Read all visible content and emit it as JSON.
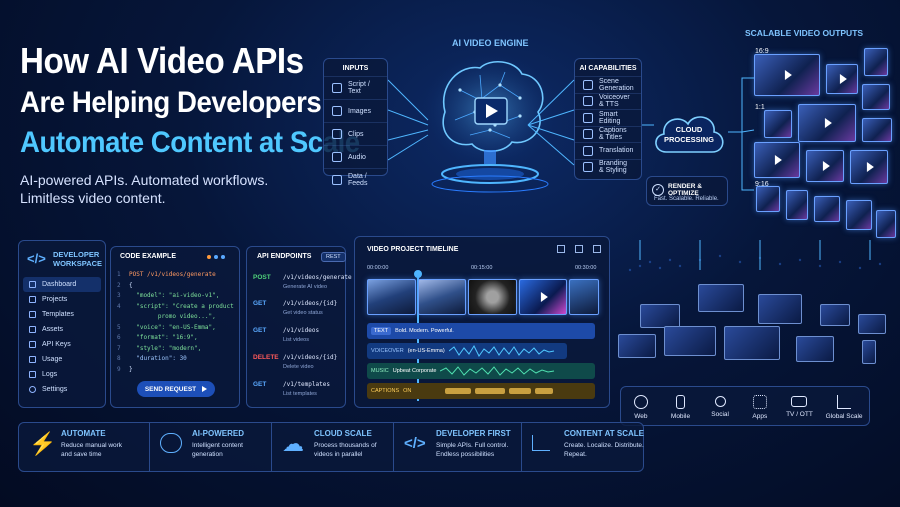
{
  "headline": {
    "line1": "How AI Video APIs",
    "line2": "Are Helping Developers",
    "line3": "Automate Content at Scale",
    "sub1": "AI-powered APIs. Automated workflows.",
    "sub2": "Limitless video content."
  },
  "engine": {
    "title": "AI VIDEO ENGINE"
  },
  "inputs": {
    "title": "INPUTS",
    "items": [
      {
        "label": "Script / Text",
        "icon": "document-icon"
      },
      {
        "label": "Images",
        "icon": "image-icon"
      },
      {
        "label": "Clips",
        "icon": "film-icon"
      },
      {
        "label": "Audio",
        "icon": "audio-icon"
      },
      {
        "label": "Data / Feeds",
        "icon": "database-icon"
      }
    ]
  },
  "capabilities": {
    "title": "AI CAPABILITIES",
    "items": [
      {
        "label": "Scene Generation"
      },
      {
        "label": "Voiceover & TTS"
      },
      {
        "label": "Smart Editing"
      },
      {
        "label": "Captions & Titles"
      },
      {
        "label": "Translation"
      },
      {
        "label": "Branding & Styling"
      }
    ]
  },
  "cloud": {
    "line1": "CLOUD",
    "line2": "PROCESSING"
  },
  "render": {
    "title": "RENDER & OPTIMIZE",
    "desc": "Fast. Scalable. Reliable."
  },
  "outputs": {
    "title": "SCALABLE VIDEO OUTPUTS",
    "r1": "16:9",
    "r2": "1:1",
    "r3": "9:16"
  },
  "workspace": {
    "title1": "DEVELOPER",
    "title2": "WORKSPACE",
    "items": [
      "Dashboard",
      "Projects",
      "Templates",
      "Assets",
      "API Keys",
      "Usage",
      "Logs",
      "Settings"
    ]
  },
  "code": {
    "title": "CODE EXAMPLE",
    "lines": [
      {
        "n": "1",
        "t": "POST /v1/videos/generate"
      },
      {
        "n": "2",
        "t": "{"
      },
      {
        "n": "3",
        "t": "  \"model\": \"ai-video-v1\","
      },
      {
        "n": "4",
        "t": "  \"script\": \"Create a product"
      },
      {
        "n": "",
        "t": "        promo video...\","
      },
      {
        "n": "5",
        "t": "  \"voice\": \"en-US-Emma\","
      },
      {
        "n": "6",
        "t": "  \"format\": \"16:9\","
      },
      {
        "n": "7",
        "t": "  \"style\": \"modern\","
      },
      {
        "n": "8",
        "t": "  \"duration\": 30"
      },
      {
        "n": "9",
        "t": "}"
      }
    ],
    "button": "SEND REQUEST"
  },
  "endpoints": {
    "title": "API ENDPOINTS",
    "badge": "REST",
    "items": [
      {
        "method": "POST",
        "path": "/v1/videos/generate",
        "desc": "Generate AI video",
        "color": "#4fd17a"
      },
      {
        "method": "GET",
        "path": "/v1/videos/{id}",
        "desc": "Get video status",
        "color": "#5aa9ff"
      },
      {
        "method": "GET",
        "path": "/v1/videos",
        "desc": "List videos",
        "color": "#5aa9ff"
      },
      {
        "method": "DELETE",
        "path": "/v1/videos/{id}",
        "desc": "Delete video",
        "color": "#ff5a5a"
      },
      {
        "method": "GET",
        "path": "/v1/templates",
        "desc": "List templates",
        "color": "#5aa9ff"
      }
    ]
  },
  "timeline": {
    "title": "VIDEO PROJECT TIMELINE",
    "t0": "00:00:00",
    "t1": "00:15:00",
    "t2": "00:30:00",
    "text_tag": "TEXT",
    "text_val": "Bold. Modern. Powerful.",
    "voice_tag": "VOICEOVER",
    "voice_val": "(en-US-Emma)",
    "music_tag": "MUSIC",
    "music_val": "Upbeat Corporate",
    "captions_tag": "CAPTIONS",
    "captions_val": "ON"
  },
  "platforms": [
    {
      "label": "Web",
      "icon": "globe-icon"
    },
    {
      "label": "Mobile",
      "icon": "phone-icon"
    },
    {
      "label": "Social",
      "icon": "share-icon"
    },
    {
      "label": "Apps",
      "icon": "apps-icon"
    },
    {
      "label": "TV / OTT",
      "icon": "tv-icon"
    },
    {
      "label": "Global Scale",
      "icon": "bar-chart-icon"
    }
  ],
  "features": [
    {
      "title": "AUTOMATE",
      "d1": "Reduce manual work",
      "d2": "and save time",
      "d3": "",
      "icon": "⚡"
    },
    {
      "title": "AI-POWERED",
      "d1": "Intelligent content",
      "d2": "generation",
      "d3": "",
      "icon": "🧠"
    },
    {
      "title": "CLOUD SCALE",
      "d1": "Process thousands of",
      "d2": "videos in parallel",
      "d3": "",
      "icon": "☁"
    },
    {
      "title": "DEVELOPER FIRST",
      "d1": "Simple APIs. Full control.",
      "d2": "Endless possibilities",
      "d3": "",
      "icon": "</>"
    },
    {
      "title": "CONTENT AT SCALE",
      "d1": "Create. Localize. Distribute.",
      "d2": "Repeat.",
      "d3": "",
      "icon": "📈"
    }
  ]
}
